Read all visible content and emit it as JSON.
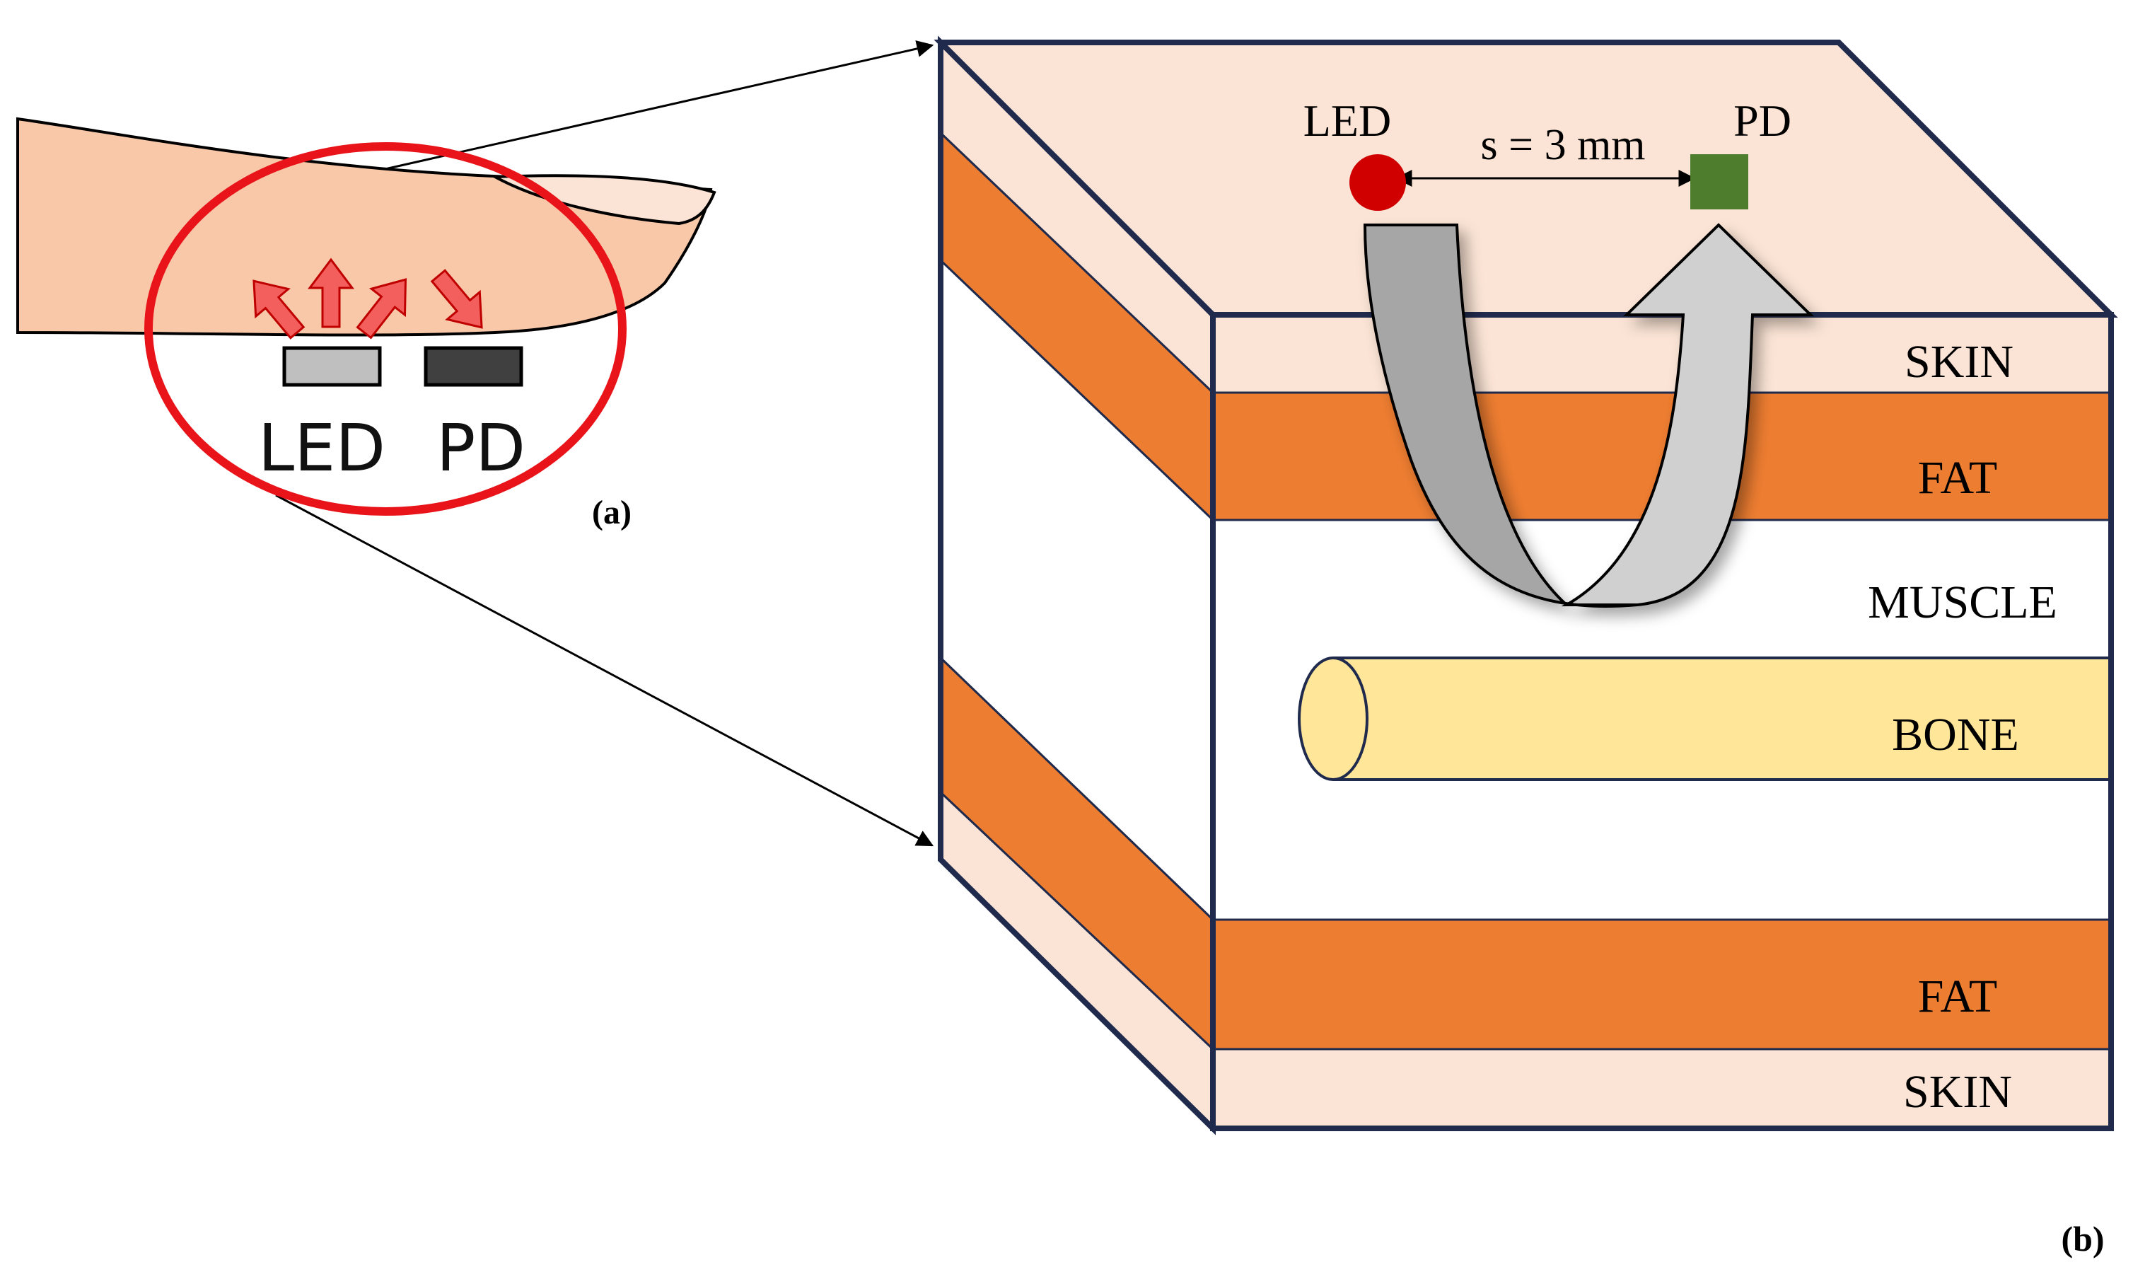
{
  "panel_a": {
    "caption": "(a)",
    "led_label": "LED",
    "pd_label": "PD"
  },
  "panel_b": {
    "caption": "(b)",
    "led_label": "LED",
    "pd_label": "PD",
    "separation_label": "s = 3 mm",
    "layers": {
      "skin_top": "SKIN",
      "fat_top": "FAT",
      "muscle": "MUSCLE",
      "bone": "BONE",
      "fat_bottom": "FAT",
      "skin_bottom": "SKIN"
    }
  },
  "colors": {
    "skin": "#FBE4D5",
    "fat": "#ED7D31",
    "muscle": "#FFFFFF",
    "bone": "#FFE699",
    "outline": "#1F2A4D",
    "finger": "#F8C8A8",
    "led_dot": "#D00000",
    "pd_square": "#4E7D2E",
    "highlight_ring": "#E8141A",
    "emission_arrow": "#F25F5C",
    "path_arrow_in": "#A6A6A6",
    "path_arrow_out": "#D0D0D0"
  }
}
